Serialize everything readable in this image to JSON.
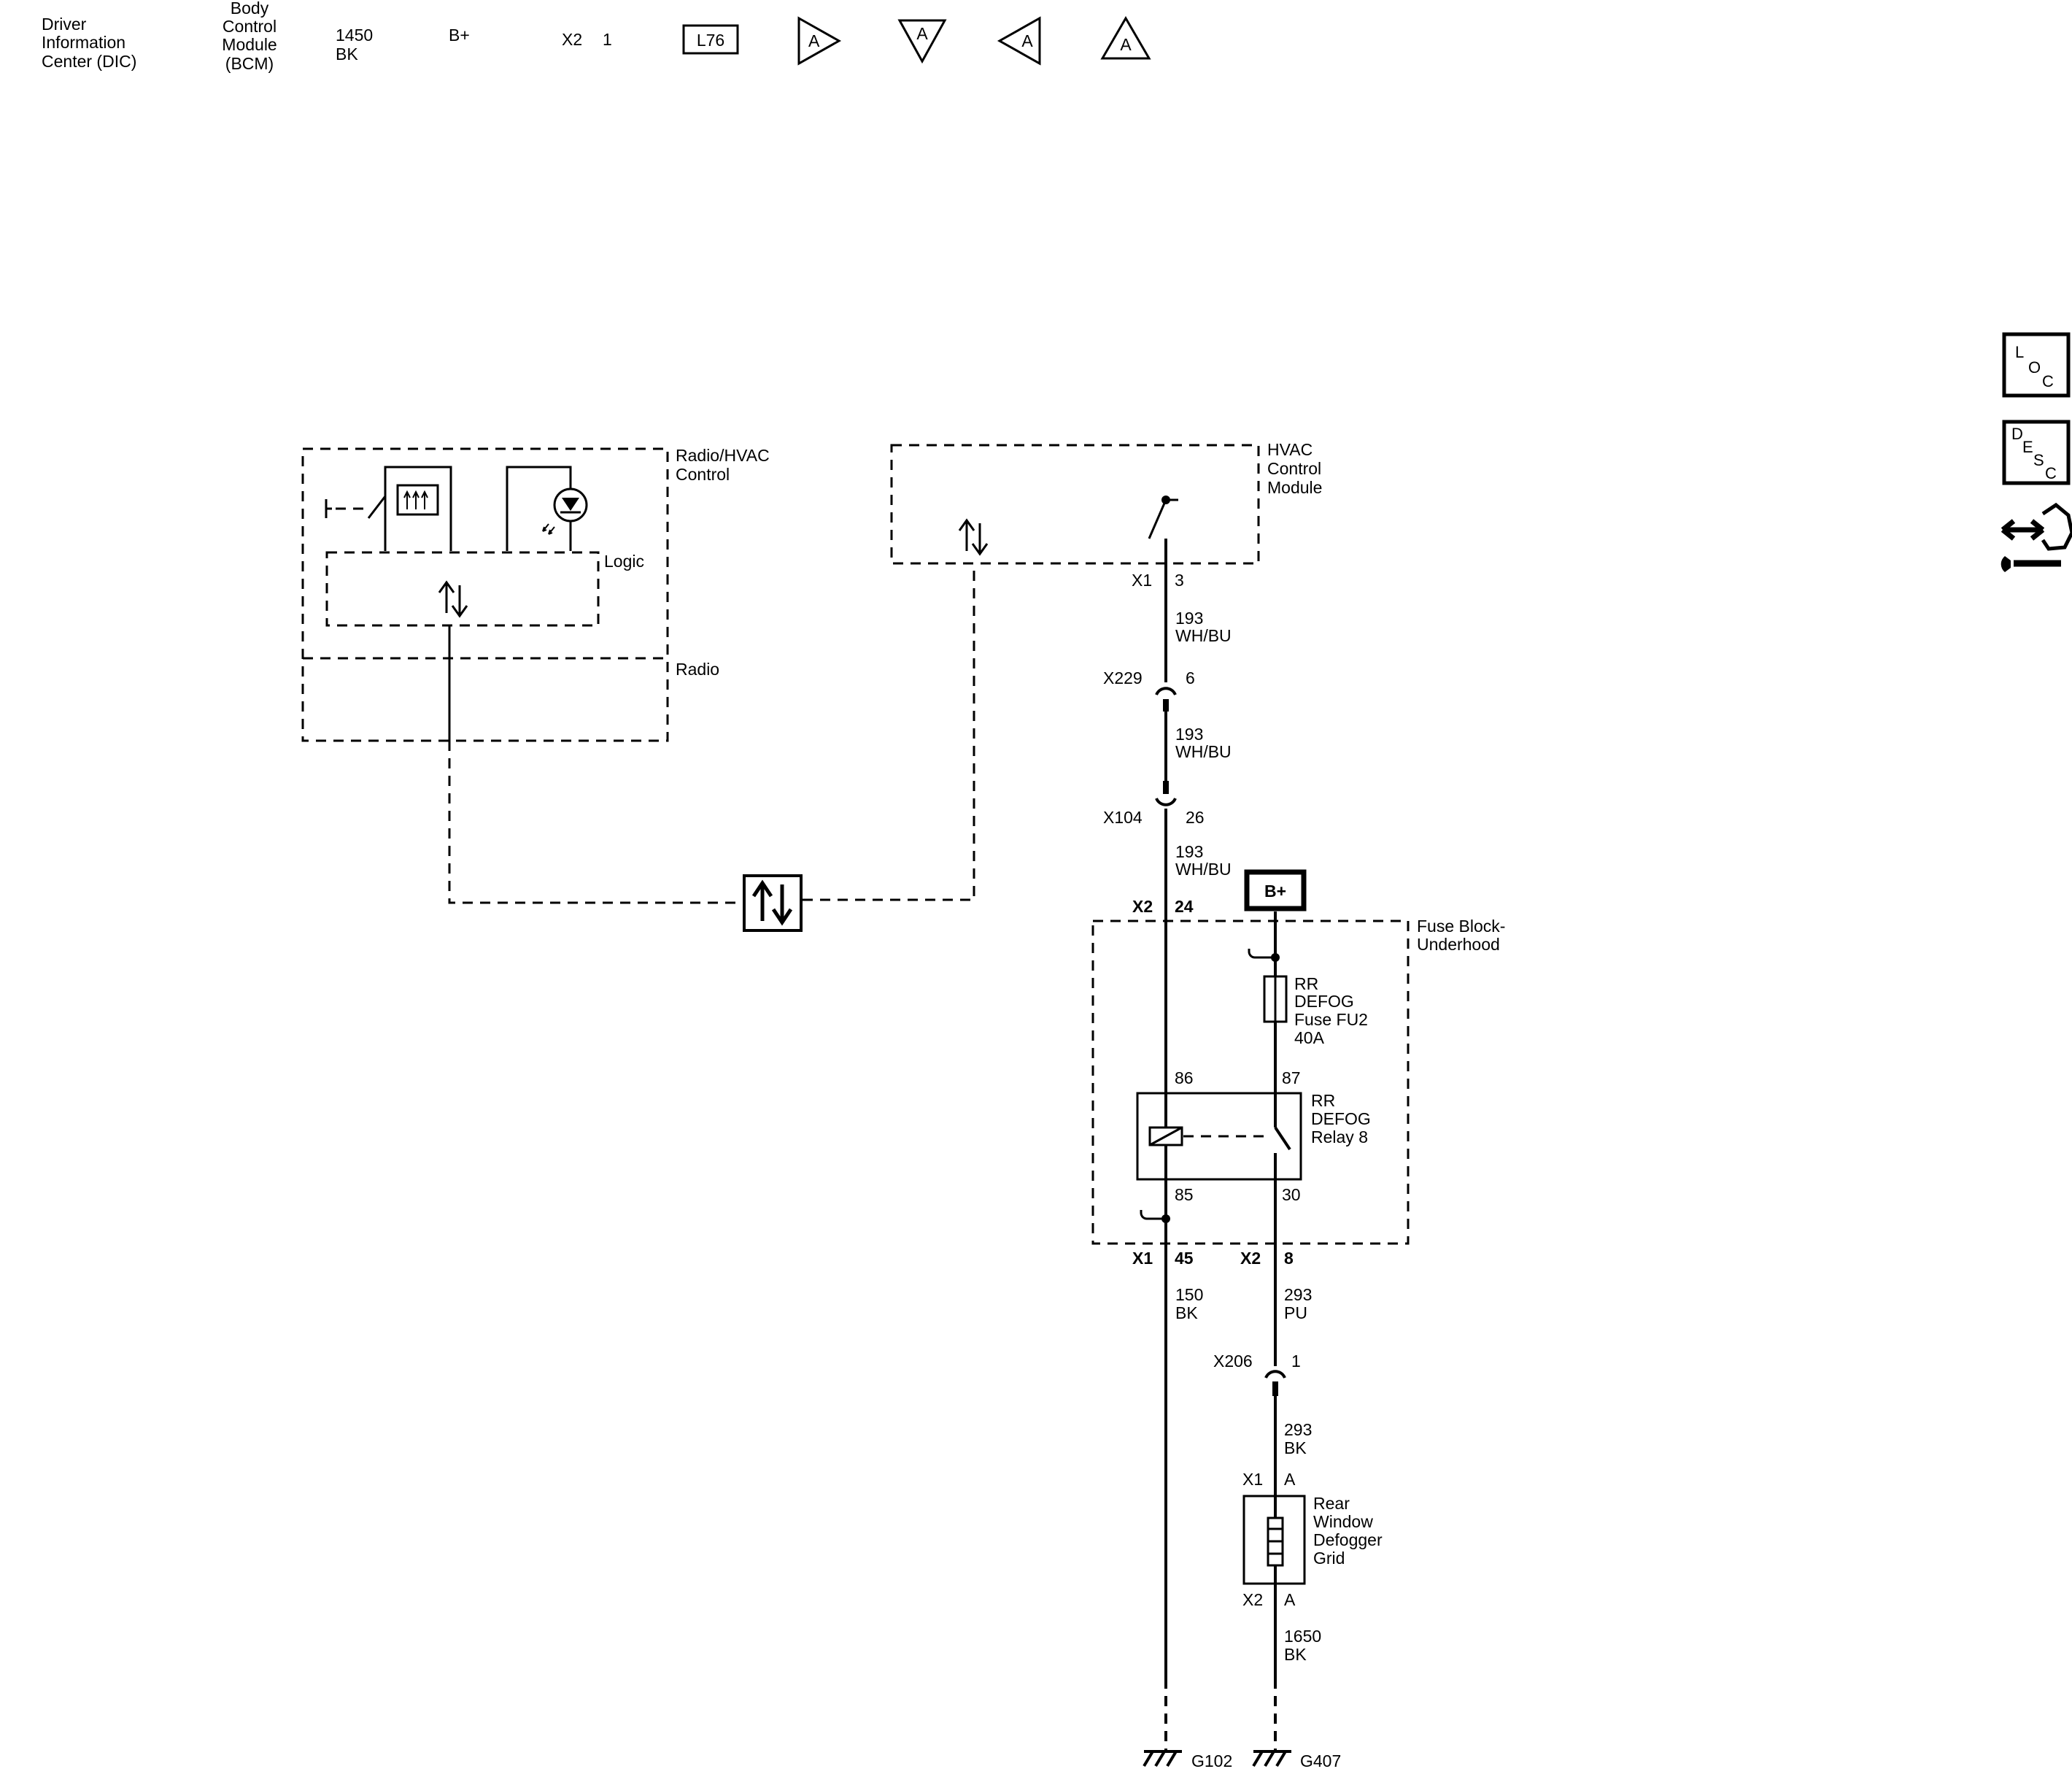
{
  "legend": {
    "dic": [
      "Driver",
      "Information",
      "Center (DIC)"
    ],
    "bcm": [
      "Body",
      "Control",
      "Module",
      "(BCM)"
    ],
    "wire": [
      "1450",
      "BK"
    ],
    "power": "B+",
    "connector": "X2",
    "pin": "1",
    "option_code": "L76",
    "offpage": [
      "A",
      "A",
      "A",
      "A"
    ]
  },
  "side_icons": {
    "loc": [
      "L",
      "O",
      "C"
    ],
    "desc": [
      "D",
      "E",
      "S",
      "C"
    ],
    "names": [
      "location-icon",
      "description-icon",
      "connector-service-icon"
    ]
  },
  "radio": {
    "title": [
      "Radio/HVAC",
      "Control"
    ],
    "logic": "Logic",
    "radio": "Radio"
  },
  "hvac": {
    "title": [
      "HVAC",
      "Control",
      "Module"
    ],
    "conn": "X1",
    "pin": "3"
  },
  "wires": {
    "w193a": [
      "193",
      "WH/BU"
    ],
    "w193b": [
      "193",
      "WH/BU"
    ],
    "w193c": [
      "193",
      "WH/BU"
    ],
    "w150": [
      "150",
      "BK"
    ],
    "w293pu": [
      "293",
      "PU"
    ],
    "w293bk": [
      "293",
      "BK"
    ],
    "w1650": [
      "1650",
      "BK"
    ]
  },
  "inline": {
    "x229": {
      "name": "X229",
      "pin": "6"
    },
    "x104": {
      "name": "X104",
      "pin": "26"
    },
    "x206": {
      "name": "X206",
      "pin": "1"
    }
  },
  "fuse_block": {
    "title": [
      "Fuse Block-",
      "Underhood"
    ],
    "power": "B+",
    "in_conn": "X2",
    "in_pin": "24",
    "fuse": [
      "RR",
      "DEFOG",
      "Fuse FU2",
      "40A"
    ],
    "relay": [
      "RR",
      "DEFOG",
      "Relay 8"
    ],
    "p86": "86",
    "p87": "87",
    "p85": "85",
    "p30": "30",
    "out1_conn": "X1",
    "out1_pin": "45",
    "out2_conn": "X2",
    "out2_pin": "8"
  },
  "defogger": {
    "title": [
      "Rear",
      "Window",
      "Defogger",
      "Grid"
    ],
    "top_conn": "X1",
    "top_pin": "A",
    "bot_conn": "X2",
    "bot_pin": "A"
  },
  "grounds": {
    "g102": "G102",
    "g407": "G407"
  }
}
